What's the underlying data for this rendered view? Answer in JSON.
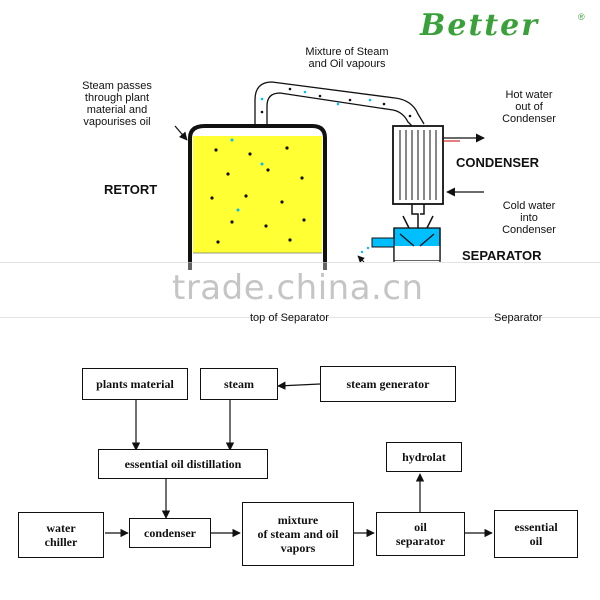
{
  "logo": {
    "text": "Better",
    "color": "#3aa13a"
  },
  "watermark": "trade.china.cn",
  "apparatus": {
    "steam_note": "Steam passes through plant material and vapourises oil",
    "steam_note_lines": [
      "Steam passes",
      "through plant",
      "material and",
      "vapourises oil"
    ],
    "vapour_note_lines": [
      "Mixture of Steam",
      "and Oil vapours"
    ],
    "retort": "RETORT",
    "hot_water_lines": [
      "Hot water",
      "out of",
      "Condenser"
    ],
    "condenser": "CONDENSER",
    "cold_water_lines": [
      "Cold water",
      "into",
      "Condenser"
    ],
    "separator": "SEPARATOR",
    "top_of_separator": "top of Separator",
    "separator_small": "Separator",
    "retort_fill_color": "#ffff33",
    "water_color": "#00bfff"
  },
  "flowchart": {
    "plants_material": "plants material",
    "steam": "steam",
    "steam_generator": "steam generator",
    "distillation": "essential oil distillation",
    "hydrolat": "hydrolat",
    "water_chiller_lines": [
      "water",
      "chiller"
    ],
    "condenser": "condenser",
    "mixture_lines": [
      "mixture",
      "of steam and oil",
      "vapors"
    ],
    "oil_separator_lines": [
      "oil",
      "separator"
    ],
    "essential_oil_lines": [
      "essential",
      "oil"
    ]
  }
}
